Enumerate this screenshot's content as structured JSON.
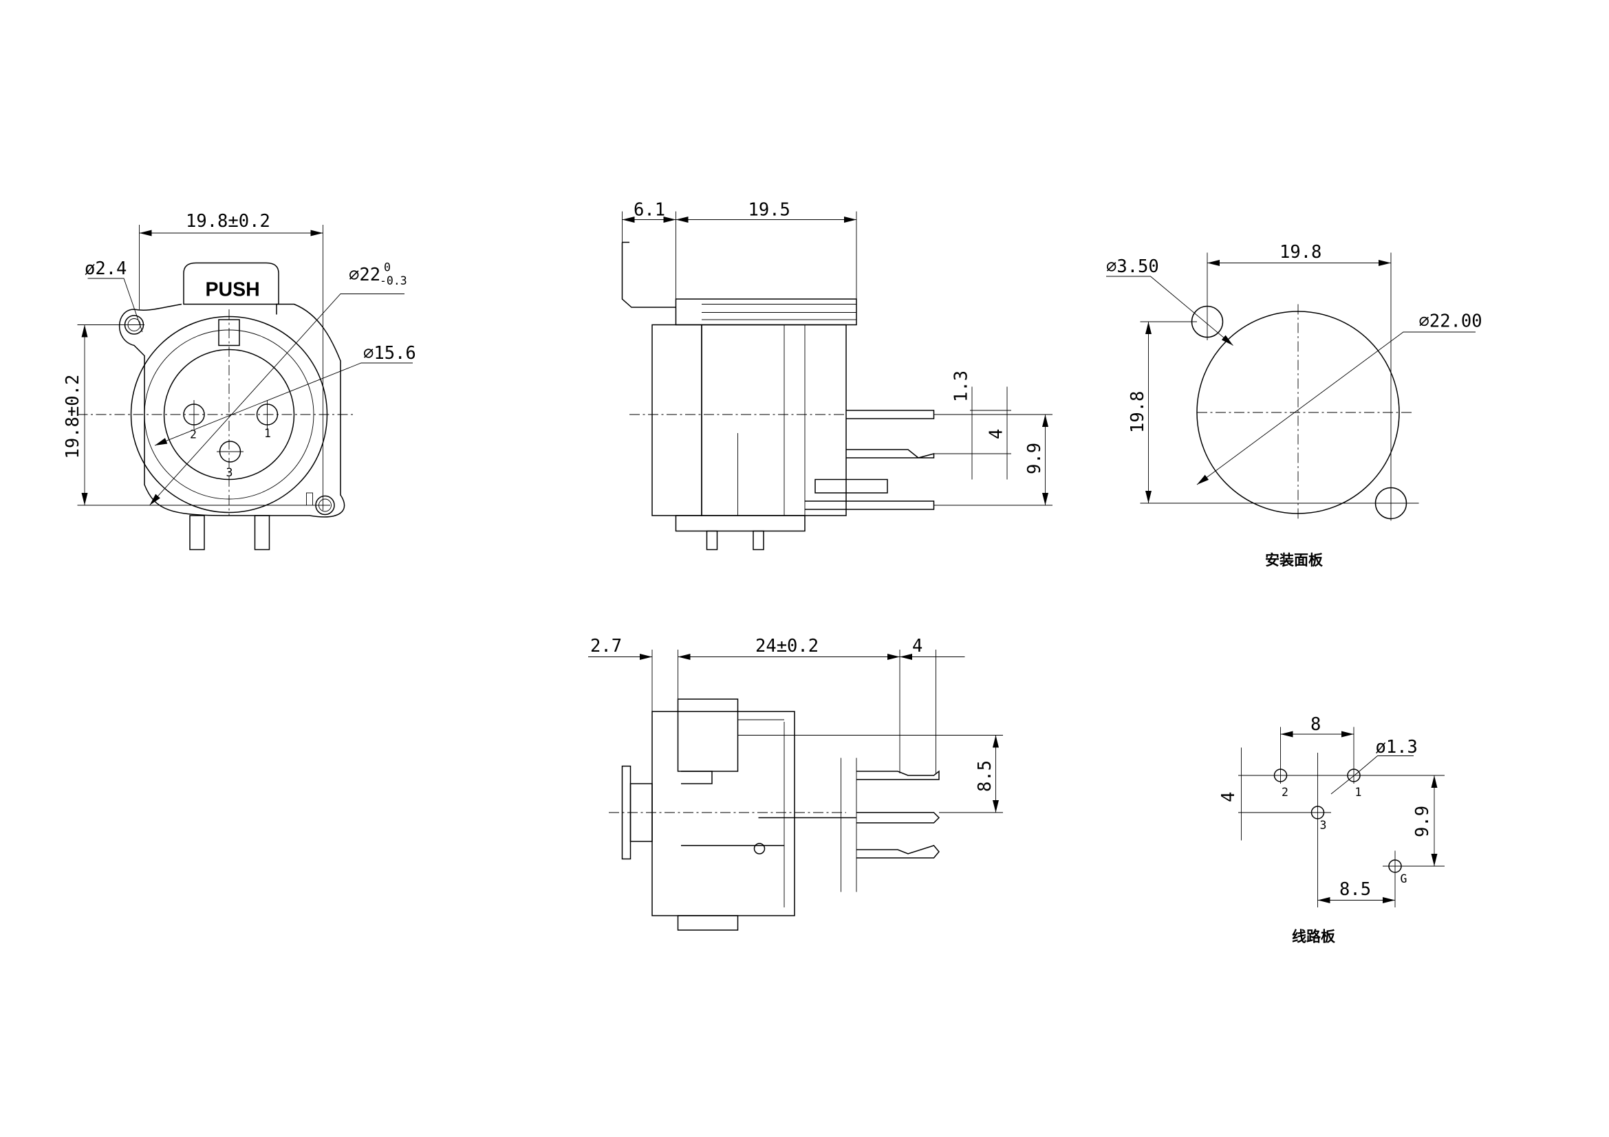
{
  "front_view": {
    "width_dim": "19.8±0.2",
    "height_dim": "19.8±0.2",
    "hole_dia": "ø2.4",
    "outer_dia": "⌀22",
    "outer_tol_upper": "0",
    "outer_tol_lower": "-0.3",
    "inner_dia": "⌀15.6",
    "push_label": "PUSH",
    "pins": [
      "1",
      "2",
      "3"
    ]
  },
  "side_view": {
    "dim_front": "6.1",
    "dim_body": "19.5",
    "dim_pin_offset": "1.3",
    "dim_pin_spacing": "4",
    "dim_height": "9.9"
  },
  "panel_cutout": {
    "hole_dia": "⌀3.50",
    "width_dim": "19.8",
    "height_dim": "19.8",
    "cutout_dia": "⌀22.00",
    "caption": "安装面板"
  },
  "bottom_view": {
    "dim_flange": "2.7",
    "dim_body": "24±0.2",
    "dim_pin": "4",
    "dim_height": "8.5"
  },
  "pcb_layout": {
    "dim_spacing": "8",
    "hole_dia": "ø1.3",
    "dim_vertical": "4",
    "dim_ground_v": "9.9",
    "dim_ground_h": "8.5",
    "pin_labels": [
      "1",
      "2",
      "3",
      "G"
    ],
    "caption": "线路板"
  }
}
